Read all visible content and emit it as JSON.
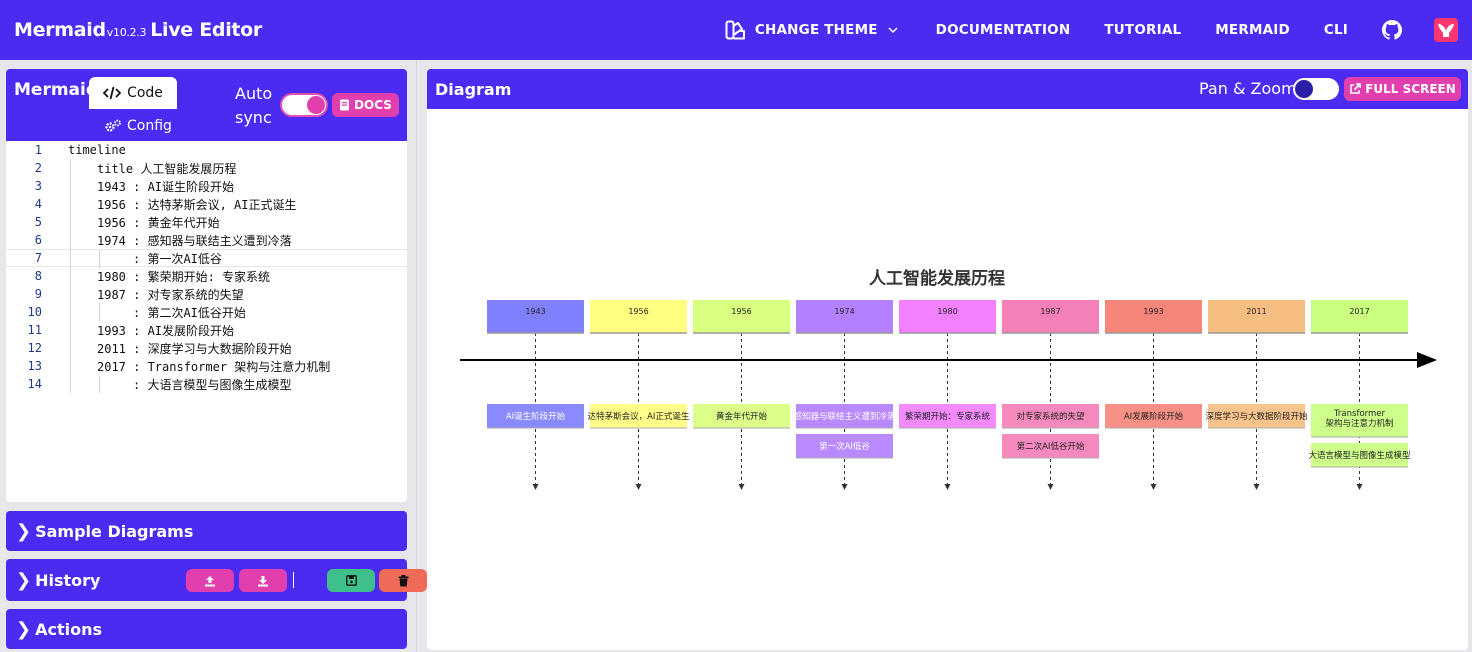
{
  "navbar": {
    "brand": "Mermaid",
    "version": "v10.2.3",
    "brand_suffix": "Live Editor",
    "links": {
      "change_theme": "CHANGE THEME",
      "documentation": "DOCUMENTATION",
      "tutorial": "TUTORIAL",
      "mermaid": "MERMAID",
      "cli": "CLI"
    }
  },
  "editor": {
    "title": "Mermaid",
    "tab_code": "Code",
    "tab_config": "Config",
    "autosync_label": "Auto sync",
    "autosync_on": true,
    "docs_label": "DOCS",
    "lines": [
      {
        "n": "1",
        "text": "timeline",
        "indent": 0
      },
      {
        "n": "2",
        "text": "title 人工智能发展历程",
        "indent": 1
      },
      {
        "n": "3",
        "text": "1943 : AI诞生阶段开始",
        "indent": 1
      },
      {
        "n": "4",
        "text": "1956 : 达特茅斯会议, AI正式诞生",
        "indent": 1
      },
      {
        "n": "5",
        "text": "1956 : 黄金年代开始",
        "indent": 1
      },
      {
        "n": "6",
        "text": "1974 : 感知器与联结主义遭到冷落",
        "indent": 1
      },
      {
        "n": "7",
        "text": ": 第一次AI低谷",
        "indent": 2
      },
      {
        "n": "8",
        "text": "1980 : 繁荣期开始: 专家系统",
        "indent": 1
      },
      {
        "n": "9",
        "text": "1987 : 对专家系统的失望",
        "indent": 1
      },
      {
        "n": "10",
        "text": ": 第二次AI低谷开始",
        "indent": 2
      },
      {
        "n": "11",
        "text": "1993 : AI发展阶段开始",
        "indent": 1
      },
      {
        "n": "12",
        "text": "2011 : 深度学习与大数据阶段开始",
        "indent": 1
      },
      {
        "n": "13",
        "text": "2017 : Transformer 架构与注意力机制",
        "indent": 1
      },
      {
        "n": "14",
        "text": ": 大语言模型与图像生成模型",
        "indent": 2
      }
    ]
  },
  "sections": {
    "sample_diagrams": "Sample Diagrams",
    "history": "History",
    "actions": "Actions"
  },
  "diagram": {
    "title": "Diagram",
    "pan_zoom_label": "Pan & Zoom",
    "pan_zoom_on": false,
    "full_screen_label": "FULL SCREEN",
    "timeline": {
      "title": "人工智能发展历程",
      "periods": [
        {
          "year": "1943",
          "color": "#8080ff",
          "events": [
            "AI诞生阶段开始"
          ]
        },
        {
          "year": "1956",
          "color": "#ffff80",
          "events": [
            "达特茅斯会议，AI正式诞生"
          ]
        },
        {
          "year": "1956",
          "color": "#d9ff80",
          "events": [
            "黄金年代开始"
          ]
        },
        {
          "year": "1974",
          "color": "#b380ff",
          "events": [
            "感知器与联结主义遭到冷落",
            "第一次AI低谷"
          ]
        },
        {
          "year": "1980",
          "color": "#f280ff",
          "events": [
            "繁荣期开始：专家系统"
          ]
        },
        {
          "year": "1987",
          "color": "#f580b8",
          "events": [
            "对专家系统的失望",
            "第二次AI低谷开始"
          ]
        },
        {
          "year": "1993",
          "color": "#f7867a",
          "events": [
            "AI发展阶段开始"
          ]
        },
        {
          "year": "2011",
          "color": "#f7be82",
          "events": [
            "深度学习与大数据阶段开始"
          ]
        },
        {
          "year": "2017",
          "color": "#caff80",
          "events": [
            "Transformer\n架构与注意力机制",
            "大语言模型与图像生成模型"
          ]
        }
      ]
    }
  }
}
